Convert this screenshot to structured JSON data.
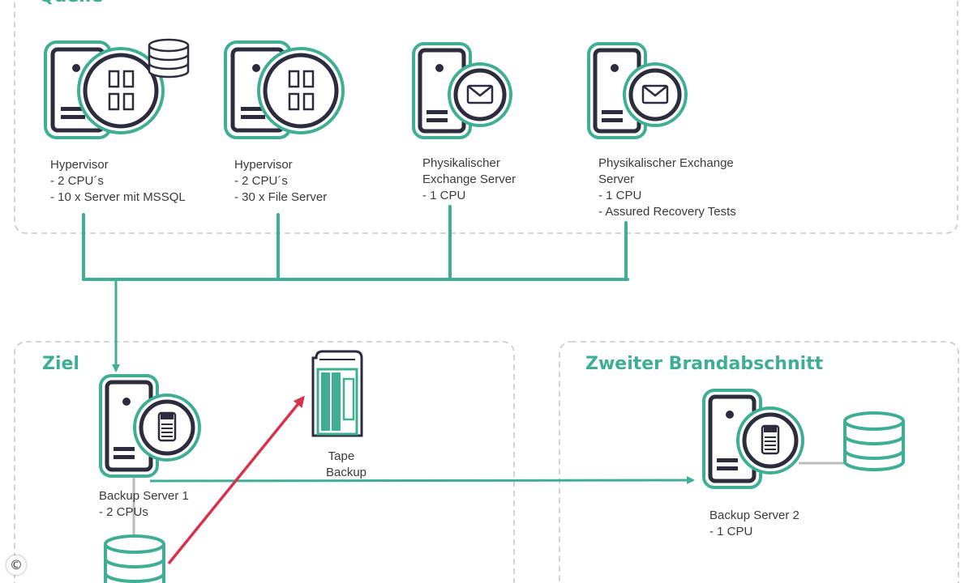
{
  "colors": {
    "accent": "#3fae95",
    "dark": "#2c2c3e",
    "arrow_red": "#d8334d",
    "zone_border": "#c8c8c8"
  },
  "zones": {
    "quelle": {
      "title": "Quelle"
    },
    "ziel": {
      "title": "Ziel"
    },
    "zweiter": {
      "title": "Zweiter Brandabschnitt"
    }
  },
  "sources": [
    {
      "icon": "hypervisor-database-icon",
      "lines": [
        "Hypervisor",
        "- 2 CPU´s",
        "- 10 x Server  mit MSSQL"
      ]
    },
    {
      "icon": "hypervisor-icon",
      "lines": [
        "Hypervisor",
        "- 2 CPU´s",
        "- 30 x File Server"
      ]
    },
    {
      "icon": "exchange-server-icon",
      "lines": [
        "Physikalischer",
        "Exchange Server",
        "- 1 CPU"
      ]
    },
    {
      "icon": "exchange-server-icon",
      "lines": [
        "Physikalischer  Exchange",
        "Server",
        "- 1 CPU",
        "- Assured Recovery Tests"
      ]
    }
  ],
  "backup1": {
    "icon": "backup-server-icon",
    "lines": [
      "Backup Server  1",
      "- 2 CPUs"
    ]
  },
  "tape": {
    "icon": "tape-library-icon",
    "lines": [
      "Tape",
      "Backup"
    ]
  },
  "backup2": {
    "icon": "backup-server-icon",
    "lines": [
      "Backup Server  2",
      "-      1 CPU"
    ]
  },
  "footer": {
    "copyright_symbol": "©"
  }
}
